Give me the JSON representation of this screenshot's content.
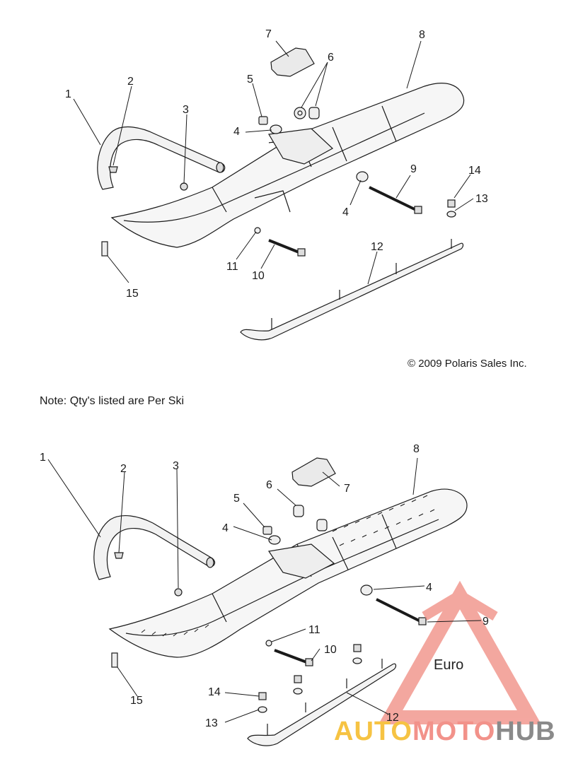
{
  "note": "Note: Qty's listed are Per Ski",
  "copyright": "© 2009 Polaris Sales Inc.",
  "watermark": {
    "part1": "AUTO",
    "part2": "MOTO",
    "part3": "HUB",
    "center_text": "Euro"
  },
  "colors": {
    "watermark_triangle": "#f08a80",
    "watermark_yellow": "#f6c343",
    "watermark_grey": "#8a8a8a",
    "line": "#1a1a1a"
  },
  "top_diagram_callouts": [
    "1",
    "2",
    "3",
    "4",
    "5",
    "6",
    "7",
    "8",
    "9",
    "4",
    "11",
    "10",
    "12",
    "13",
    "14",
    "15"
  ],
  "bottom_diagram_callouts": [
    "1",
    "2",
    "3",
    "4",
    "5",
    "6",
    "7",
    "8",
    "4",
    "9",
    "11",
    "10",
    "14",
    "13",
    "12",
    "15"
  ]
}
